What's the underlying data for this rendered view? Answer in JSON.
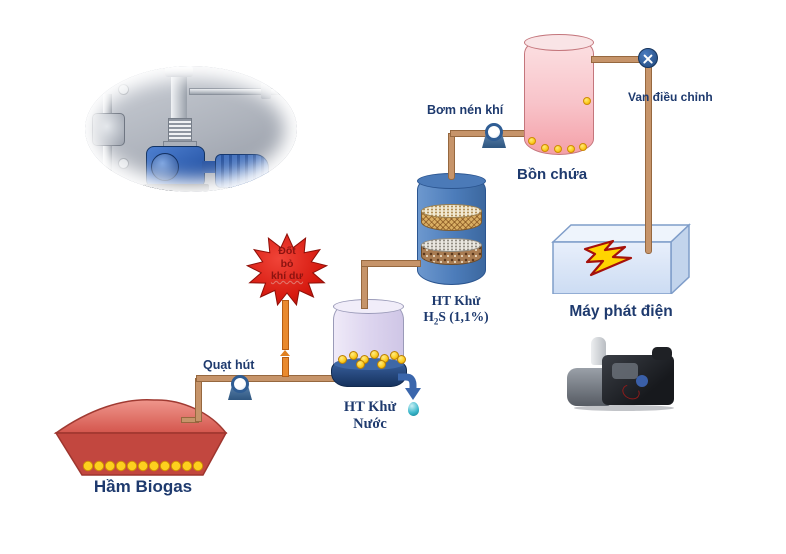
{
  "diagram": {
    "labels": {
      "flare_line1": "Đốt",
      "flare_line2": "bỏ",
      "flare_line3": "khí dư",
      "suction_fan": "Quạt hút",
      "gas_compressor": "Bơm nén khí",
      "storage_tank": "Bồn chứa",
      "control_valve": "Van điều chỉnh",
      "generator": "Máy phát điện",
      "h2s_line1": "HT Khử",
      "h2s_h": "H",
      "h2s_sub": "2",
      "h2s_rest": "S (1,1%)",
      "water_line1": "HT Khử",
      "water_line2": "Nước",
      "biogas_pit": "Hầm Biogas"
    },
    "colors": {
      "label_navy": "#1e3a6e",
      "pipe_tan": "#c6946a",
      "pipe_orange": "#e98a2f",
      "flare_red": "#d6190f",
      "flare_text_red": "#8c1310",
      "storage_tank_pink": "#f5a7ae",
      "h2s_cylinder_blue": "#4d7cba",
      "water_tank_lavender": "#e6dff4",
      "water_tank_base_navy": "#24477e",
      "gas_dot_yellow": "#fccb1d",
      "generator_box_blue": "#dce9f8",
      "lightning_yellow": "#ffd400",
      "biogas_dome_red": "#c2473f",
      "droplet_teal": "#3fb9cd"
    }
  }
}
